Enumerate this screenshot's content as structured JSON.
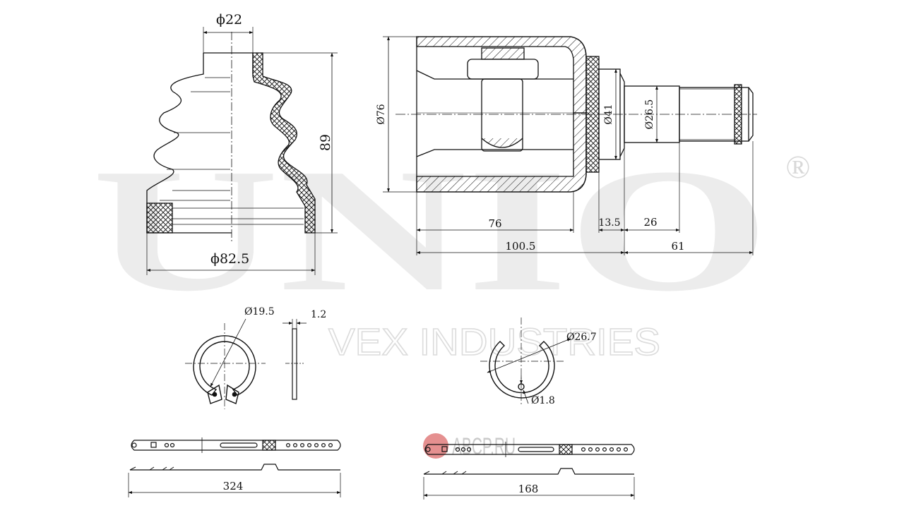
{
  "watermark": {
    "brand": "UNIO",
    "registered": "®",
    "tagline": "VEX INDUSTRIES",
    "site": "ABCP.RU"
  },
  "boot": {
    "dim_small_diameter": "ϕ22",
    "dim_height": "89",
    "dim_large_diameter": "ϕ82.5"
  },
  "joint": {
    "dim_housing_diameter": "Ø76",
    "dim_flange_diameter": "Ø41",
    "dim_shaft_diameter": "Ø26.5",
    "dim_housing_length": "76",
    "dim_flange_length": "13.5",
    "dim_neck_length": "26",
    "dim_total_length": "100.5",
    "dim_shaft_length": "61"
  },
  "circlip": {
    "dim_diameter": "Ø19.5",
    "dim_thickness": "1.2"
  },
  "snap_ring": {
    "dim_diameter": "Ø26.7",
    "dim_wire": "Ø1.8"
  },
  "clamps": {
    "large_length": "324",
    "small_length": "168"
  }
}
